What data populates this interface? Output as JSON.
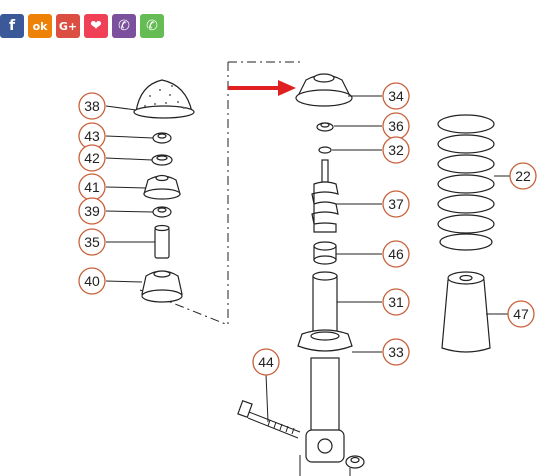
{
  "share": {
    "buttons": [
      {
        "id": "facebook",
        "glyph": "f",
        "color": "#3b5998",
        "icon": "facebook-icon"
      },
      {
        "id": "odnoklassniki",
        "glyph": "ok",
        "color": "#ee8208",
        "icon": "odnoklassniki-icon"
      },
      {
        "id": "googleplus",
        "glyph": "G+",
        "color": "#dc4e41",
        "icon": "googleplus-icon"
      },
      {
        "id": "pocket",
        "glyph": "❤",
        "color": "#ef4056",
        "icon": "pocket-icon"
      },
      {
        "id": "viber",
        "glyph": "✆",
        "color": "#7b519d",
        "icon": "viber-icon"
      },
      {
        "id": "whatsapp",
        "glyph": "✆",
        "color": "#65bc54",
        "icon": "whatsapp-icon"
      }
    ]
  },
  "callouts": {
    "p38": "38",
    "p43": "43",
    "p42": "42",
    "p41": "41",
    "p39": "39",
    "p35": "35",
    "p40": "40",
    "p34": "34",
    "p36": "36",
    "p32": "32",
    "p37": "37",
    "p46": "46",
    "p31": "31",
    "p33": "33",
    "p44": "44",
    "p22": "22",
    "p47": "47"
  },
  "colors": {
    "callout_border": "#c8603a",
    "arrow": "#e02020",
    "line": "#222222"
  }
}
